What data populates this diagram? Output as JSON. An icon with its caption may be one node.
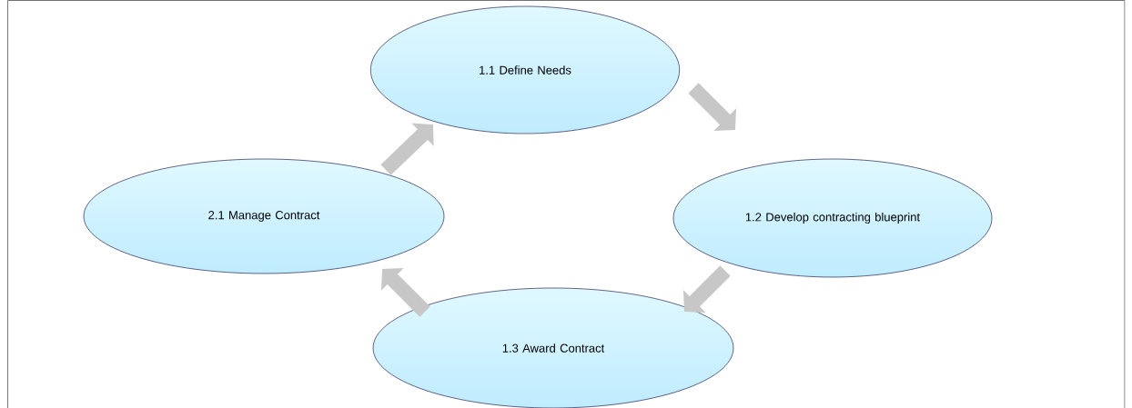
{
  "diagram": {
    "nodes": [
      {
        "text": [
          "1.1 Define Needs"
        ]
      },
      {
        "text": [
          "1.2 Develop contracting blueprint"
        ]
      },
      {
        "text": [
          "1.3 Award Contract"
        ]
      },
      {
        "text": [
          "2.1 Manage Contract"
        ]
      }
    ],
    "edges": [
      {
        "from": 0,
        "to": 1,
        "arrow": "to"
      },
      {
        "from": 1,
        "to": 2,
        "arrow": "to"
      },
      {
        "from": 2,
        "to": 3,
        "arrow": "to"
      },
      {
        "from": 3,
        "to": 0,
        "arrow": "to"
      }
    ]
  }
}
